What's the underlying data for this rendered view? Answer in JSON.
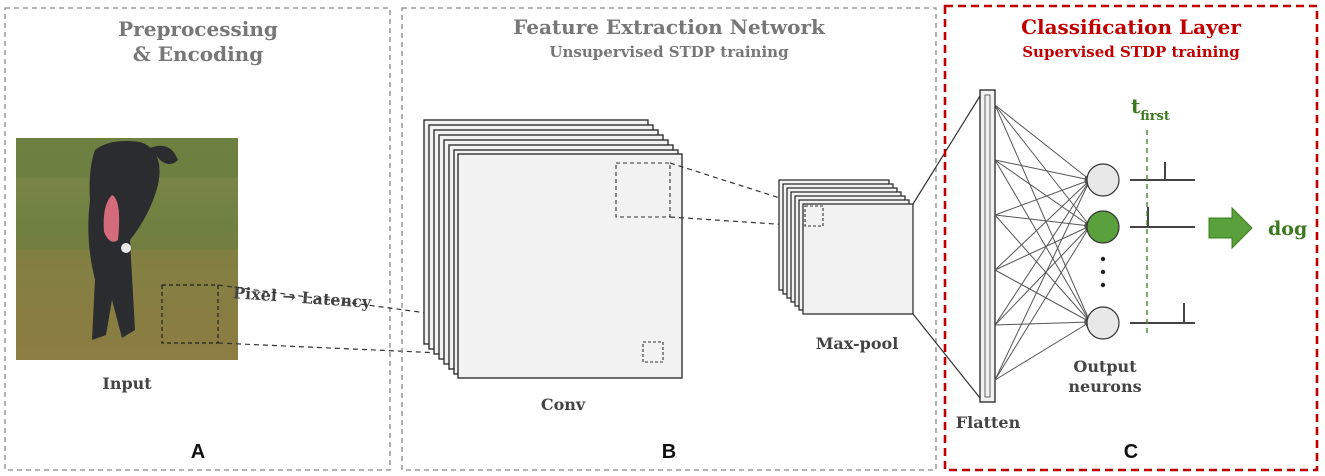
{
  "panels": {
    "a": {
      "title_line1": "Preprocessing",
      "title_line2": "& Encoding",
      "input_label": "Input",
      "encoding_label": "Pixel → Latency",
      "letter": "A"
    },
    "b": {
      "title": "Feature Extraction Network",
      "subtitle": "Unsupervised STDP training",
      "conv_label": "Conv",
      "pool_label": "Max-pool",
      "letter": "B"
    },
    "c": {
      "title": "Classification Layer",
      "subtitle": "Supervised STDP training",
      "flatten_label": "Flatten",
      "output_label_line1": "Output",
      "output_label_line2": "neurons",
      "t_symbol": "t",
      "t_subscript": "first",
      "class_output": "dog",
      "letter": "C"
    }
  },
  "colors": {
    "panel_border": "#888888",
    "highlight_border": "#c00000",
    "title_gray": "#777777",
    "title_red": "#c00000",
    "active_green": "#5aa03c",
    "label_green": "#3d7a1e",
    "map_fill": "#f2f2f2",
    "neuron_fill": "#e8e8e8"
  }
}
